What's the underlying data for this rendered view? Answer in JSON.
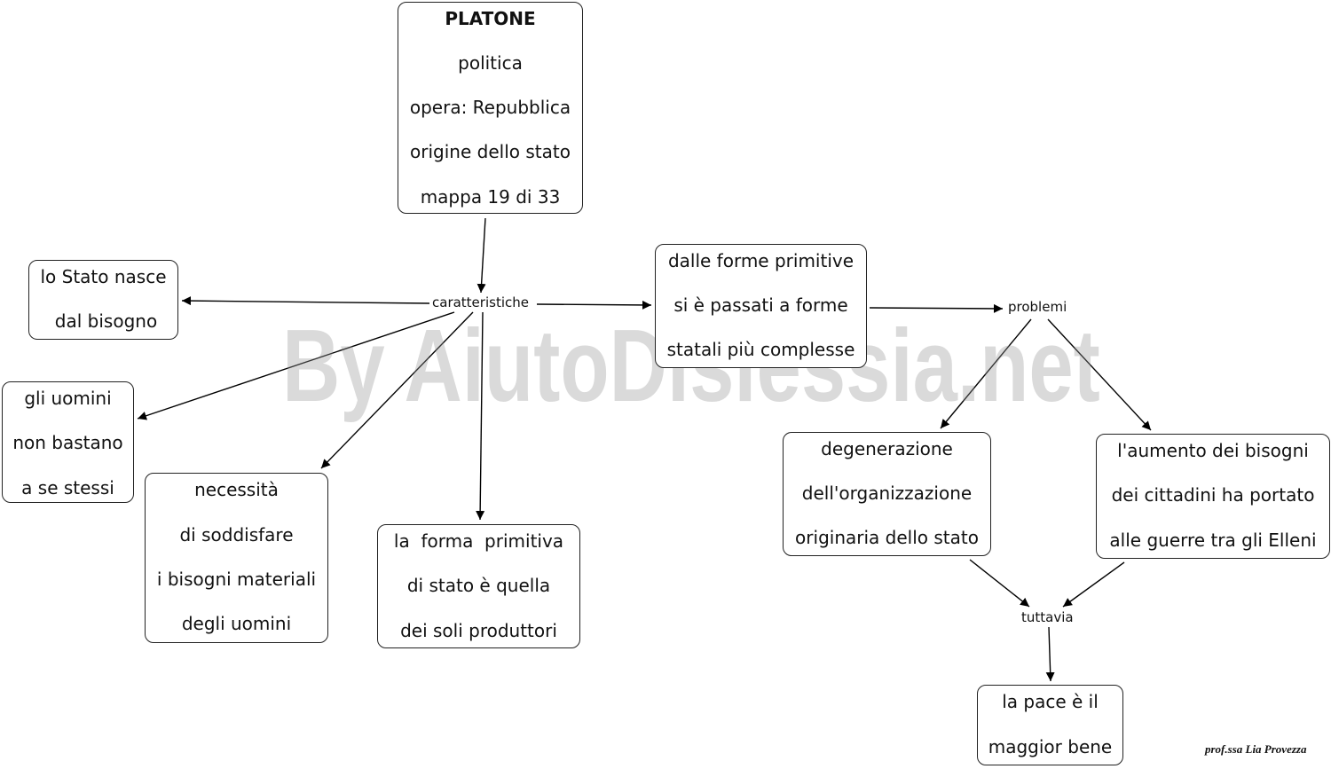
{
  "nodes": {
    "platone": {
      "lines": [
        "PLATONE",
        "politica",
        "opera: Repubblica",
        "origine dello stato",
        "mappa 19 di 33"
      ]
    },
    "stato_nasce": {
      "lines": [
        "lo Stato nasce",
        "dal bisogno"
      ]
    },
    "uomini": {
      "lines": [
        "gli uomini",
        "non bastano",
        "a se stessi"
      ]
    },
    "necessita": {
      "lines": [
        "necessità",
        "di soddisfare",
        "i bisogni materiali",
        "degli uomini"
      ]
    },
    "forma_primitiva": {
      "lines": [
        "la  forma  primitiva",
        "di stato è quella",
        "dei soli produttori"
      ]
    },
    "forme_statali": {
      "lines": [
        "dalle forme primitive",
        "si è passati a forme",
        "statali più complesse"
      ]
    },
    "degenerazione": {
      "lines": [
        "degenerazione",
        "dell'organizzazione",
        "originaria dello stato"
      ]
    },
    "aumento": {
      "lines": [
        "l'aumento dei bisogni",
        "dei cittadini ha portato",
        "alle guerre tra gli Elleni"
      ]
    },
    "pace": {
      "lines": [
        "la pace è il",
        "maggior bene"
      ]
    }
  },
  "labels": {
    "caratteristiche": "caratteristiche",
    "problemi": "problemi",
    "tuttavia": "tuttavia"
  },
  "watermark": "By AiutoDislessia.net",
  "signature": "prof.ssa Lia Provezza"
}
